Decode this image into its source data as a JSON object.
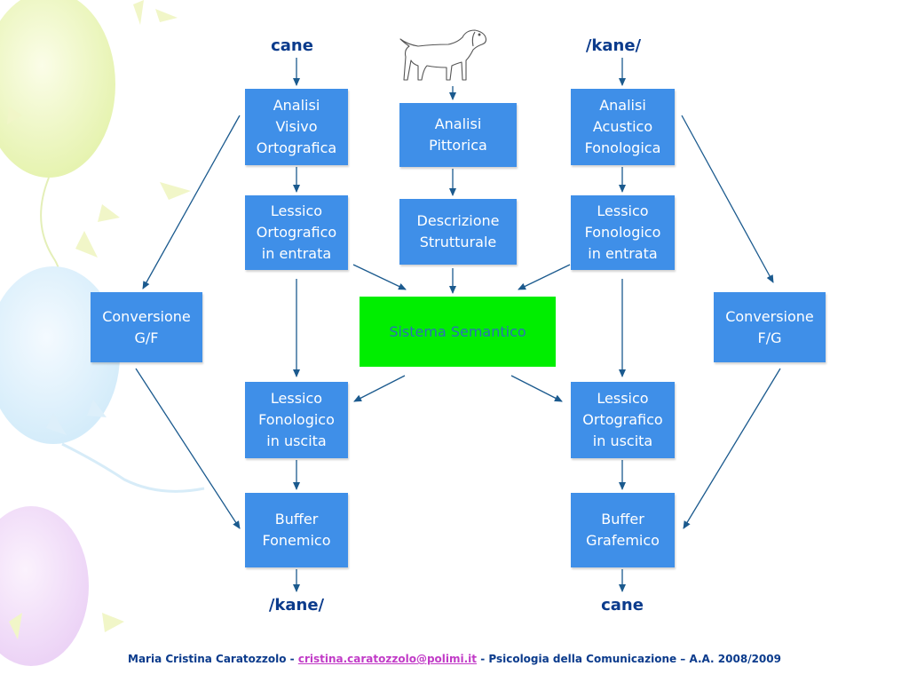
{
  "colors": {
    "box_fill": "#3f8fe8",
    "box_text": "#ffffff",
    "semantic_fill": "#00ee00",
    "semantic_text": "#2d6fb6",
    "label_text": "#0b3b8c",
    "arrow": "#1b5a8e",
    "email_link": "#c13bc7"
  },
  "inputs": {
    "written_word": "cane",
    "heard_word": "/kane/",
    "picture_icon": "dog-drawing-icon"
  },
  "outputs": {
    "spoken_word": "/kane/",
    "written_word": "cane"
  },
  "boxes": {
    "analisi_visivo": "Analisi\nVisivo\nOrtografica",
    "analisi_pittorica": "Analisi\nPittorica",
    "analisi_acustico": "Analisi\nAcustico\nFonologica",
    "lessico_ort_entrata": "Lessico\nOrtografico\nin entrata",
    "descrizione_strutturale": "Descrizione\nStrutturale",
    "lessico_fon_entrata": "Lessico\nFonologico\nin entrata",
    "conversione_gf": "Conversione\nG/F",
    "sistema_semantico": "Sistema Semantico",
    "conversione_fg": "Conversione\nF/G",
    "lessico_fon_uscita": "Lessico\nFonologico\nin uscita",
    "lessico_ort_uscita": "Lessico\nOrtografico\nin uscita",
    "buffer_fonemico": "Buffer\nFonemico",
    "buffer_grafemico": "Buffer\nGrafemico"
  },
  "footer": {
    "author": "Maria Cristina Caratozzolo",
    "sep1": " - ",
    "email": "cristina.caratozzolo@polimi.it",
    "sep2": " - ",
    "course": "Psicologia della Comunicazione – A.A. 2008/2009"
  }
}
